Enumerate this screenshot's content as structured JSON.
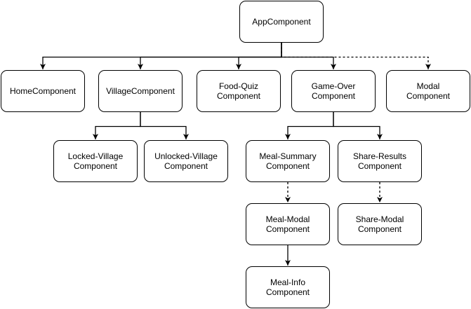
{
  "colors": {
    "stroke": "#000000",
    "fill": "#ffffff",
    "text": "#000000"
  },
  "nodes": {
    "app": "AppComponent",
    "home": "HomeComponent",
    "village": "VillageComponent",
    "food_quiz": "Food-Quiz\nComponent",
    "game_over": "Game-Over\nComponent",
    "modal": "Modal\nComponent",
    "locked_village": "Locked-Village\nComponent",
    "unlocked_village": "Unlocked-Village\nComponent",
    "meal_summary": "Meal-Summary\nComponent",
    "share_results": "Share-Results\nComponent",
    "meal_modal": "Meal-Modal\nComponent",
    "share_modal": "Share-Modal\nComponent",
    "meal_info": "Meal-Info\nComponent"
  },
  "edges": [
    {
      "from": "app",
      "to": "home",
      "style": "solid"
    },
    {
      "from": "app",
      "to": "village",
      "style": "solid"
    },
    {
      "from": "app",
      "to": "food_quiz",
      "style": "solid"
    },
    {
      "from": "app",
      "to": "game_over",
      "style": "solid"
    },
    {
      "from": "app",
      "to": "modal",
      "style": "dashed"
    },
    {
      "from": "village",
      "to": "locked_village",
      "style": "solid"
    },
    {
      "from": "village",
      "to": "unlocked_village",
      "style": "solid"
    },
    {
      "from": "game_over",
      "to": "meal_summary",
      "style": "solid"
    },
    {
      "from": "game_over",
      "to": "share_results",
      "style": "solid"
    },
    {
      "from": "meal_summary",
      "to": "meal_modal",
      "style": "dashed"
    },
    {
      "from": "share_results",
      "to": "share_modal",
      "style": "dashed"
    },
    {
      "from": "meal_modal",
      "to": "meal_info",
      "style": "solid"
    }
  ]
}
